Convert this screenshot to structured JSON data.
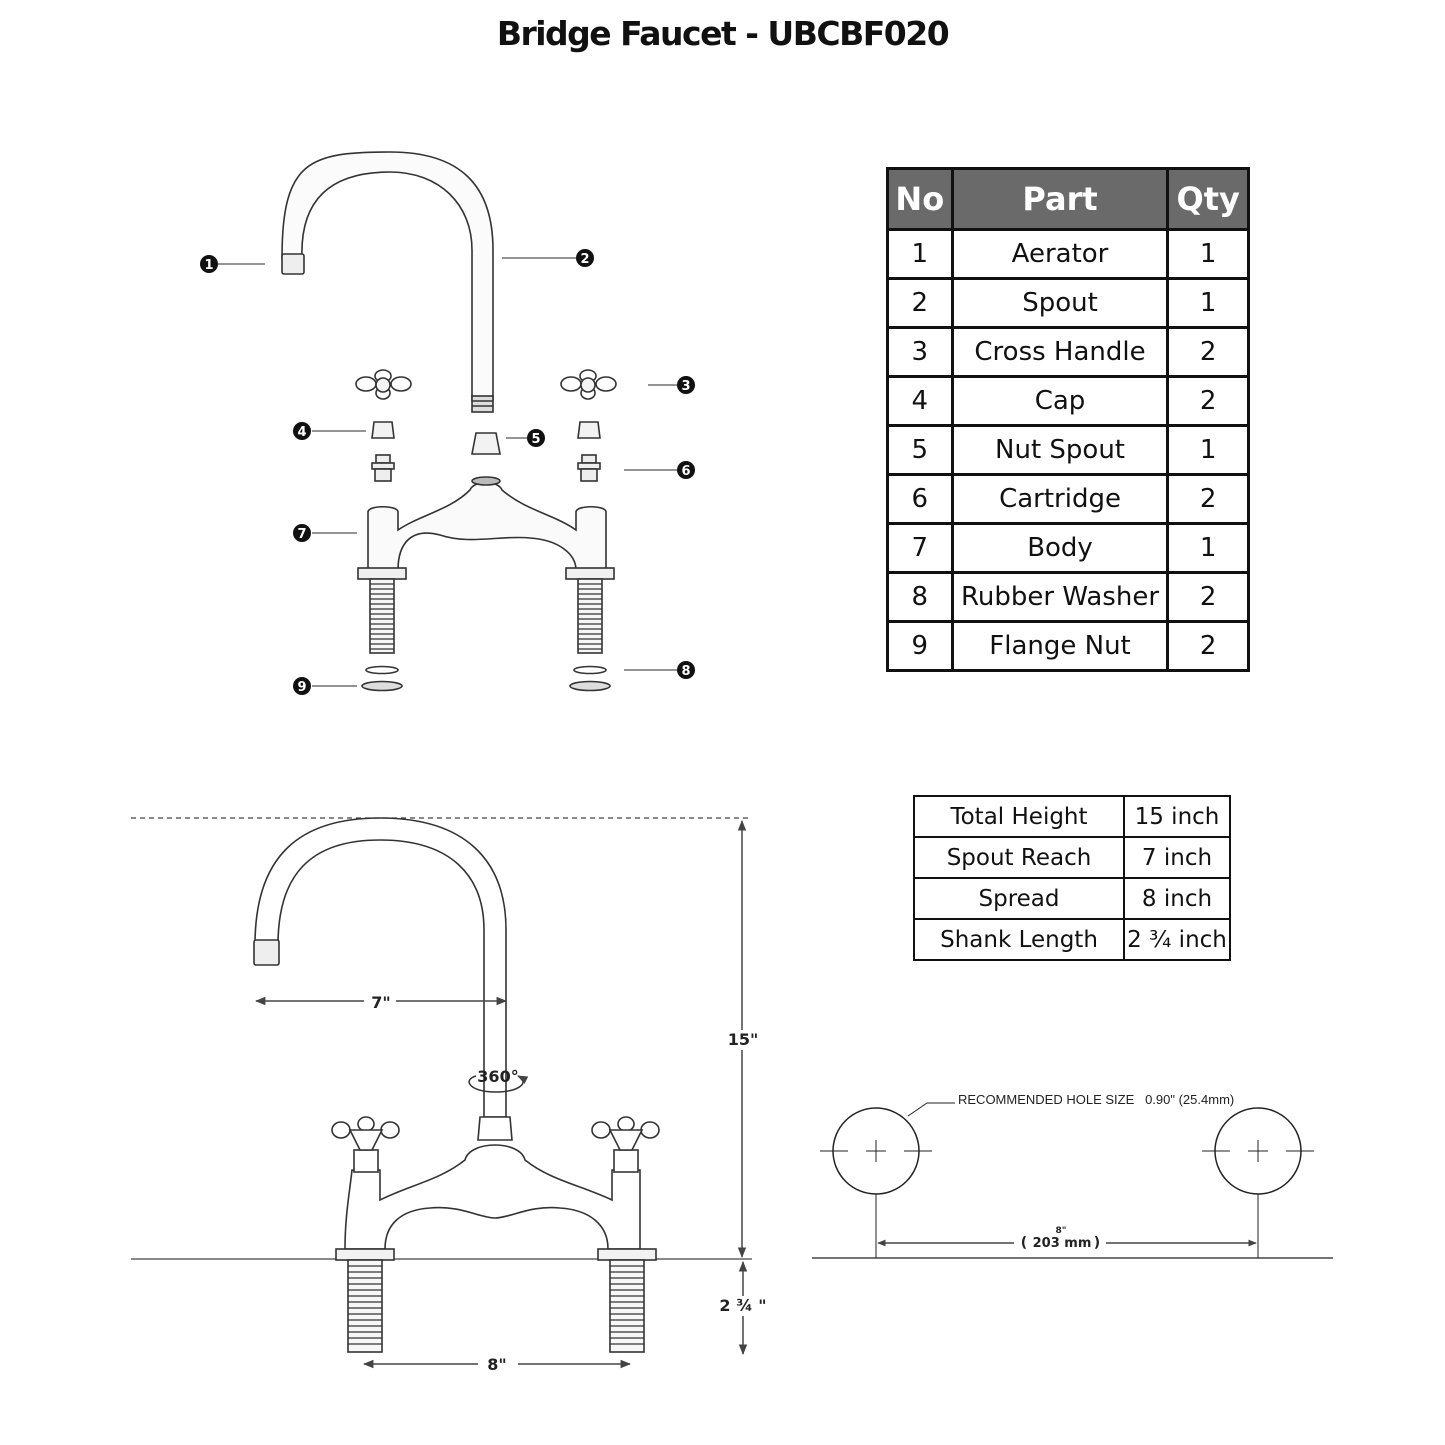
{
  "title": "Bridge Faucet - UBCBF020",
  "parts_table": {
    "headers": {
      "no": "No",
      "part": "Part",
      "qty": "Qty"
    },
    "rows": [
      {
        "no": "1",
        "part": "Aerator",
        "qty": "1"
      },
      {
        "no": "2",
        "part": "Spout",
        "qty": "1"
      },
      {
        "no": "3",
        "part": "Cross Handle",
        "qty": "2"
      },
      {
        "no": "4",
        "part": "Cap",
        "qty": "2"
      },
      {
        "no": "5",
        "part": "Nut Spout",
        "qty": "1"
      },
      {
        "no": "6",
        "part": "Cartridge",
        "qty": "2"
      },
      {
        "no": "7",
        "part": "Body",
        "qty": "1"
      },
      {
        "no": "8",
        "part": "Rubber Washer",
        "qty": "2"
      },
      {
        "no": "9",
        "part": "Flange Nut",
        "qty": "2"
      }
    ]
  },
  "specs_table": {
    "rows": [
      {
        "label": "Total Height",
        "value": "15 inch"
      },
      {
        "label": "Spout Reach",
        "value": "7 inch"
      },
      {
        "label": "Spread",
        "value": "8 inch"
      },
      {
        "label": "Shank Length",
        "value": "2 ¾ inch"
      }
    ]
  },
  "callouts": [
    "1",
    "2",
    "3",
    "4",
    "5",
    "6",
    "7",
    "8",
    "9"
  ],
  "dimensions": {
    "spout_reach": "7\"",
    "rotation": "360°",
    "total_height": "15\"",
    "shank_length": "2 ¾ \"",
    "spread": "8\""
  },
  "hole_diagram": {
    "note": "RECOMMENDED HOLE SIZE   0.90\" (25.4mm)",
    "spacing_in": "8\"",
    "spacing_mm_open": "(",
    "spacing_mm": "203 mm",
    "spacing_mm_close": ")"
  }
}
